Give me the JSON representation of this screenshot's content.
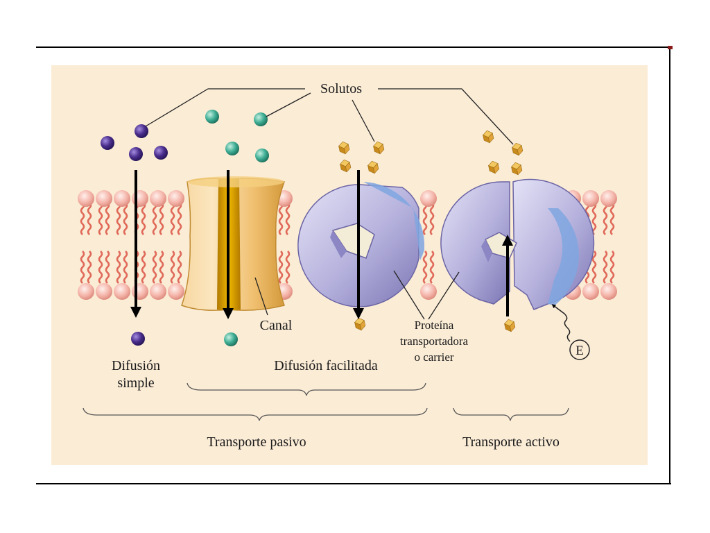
{
  "labels": {
    "solutes": "Solutos",
    "channel": "Canal",
    "simple_diffusion_line1": "Difusión",
    "simple_diffusion_line2": "simple",
    "facilitated_diffusion": "Difusión facilitada",
    "carrier_line1": "Proteína",
    "carrier_line2": "transportadora",
    "carrier_line3": "o carrier",
    "passive_transport": "Transporte pasivo",
    "active_transport": "Transporte activo",
    "energy": "E"
  },
  "colors": {
    "panel_background": "#fbecd6",
    "frame_line": "#000000",
    "frame_accent": "#8b1a1a",
    "lipid_head": "#f4b3a8",
    "lipid_tail": "#e06a5a",
    "purple_solute": "#4a2d8c",
    "teal_solute": "#3fae94",
    "gold_solute": "#d49a24",
    "channel_protein": "#f0c070",
    "channel_core": "#e0a000",
    "carrier_protein": "#b4b0dc"
  }
}
